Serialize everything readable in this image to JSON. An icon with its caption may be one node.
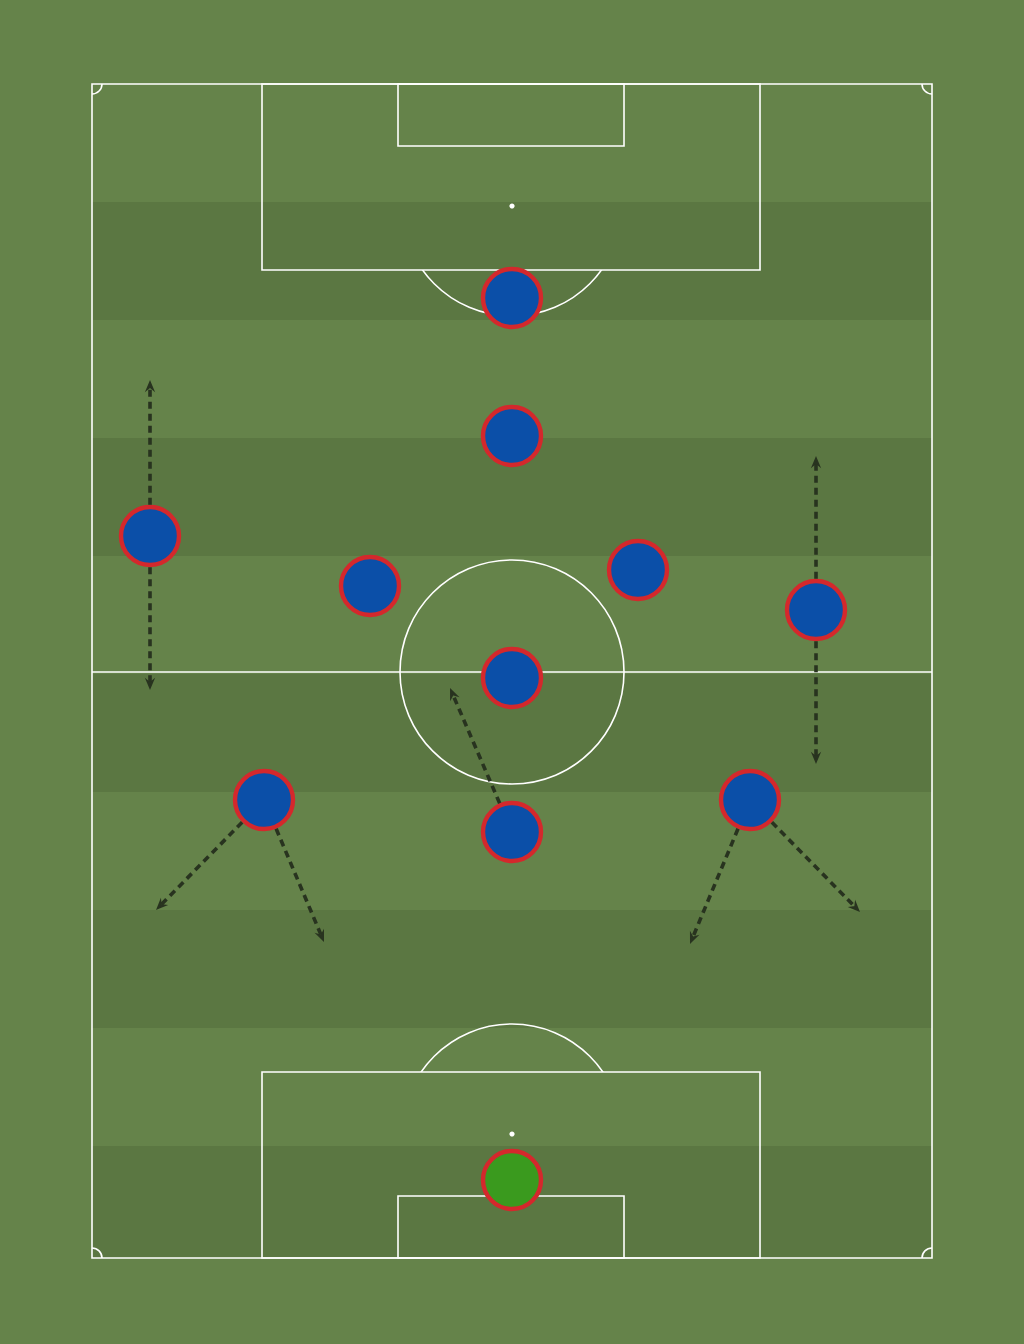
{
  "diagram": {
    "nodes": [
      {
        "text": [],
        "shape": "circle"
      },
      {
        "text": [],
        "shape": "circle"
      },
      {
        "text": [],
        "shape": "circle"
      },
      {
        "text": [],
        "shape": "circle"
      },
      {
        "text": [],
        "shape": "circle"
      },
      {
        "text": [],
        "shape": "circle"
      },
      {
        "text": [],
        "shape": "circle"
      },
      {
        "text": [],
        "shape": "circle"
      },
      {
        "text": [],
        "shape": "circle"
      },
      {
        "text": [],
        "shape": "circle"
      },
      {
        "text": [],
        "shape": "circle"
      }
    ],
    "edges": [
      {
        "from": 2,
        "to": null,
        "arrow": "to",
        "style": "dashed"
      },
      {
        "from": 2,
        "to": null,
        "arrow": "to",
        "style": "dashed"
      },
      {
        "from": 5,
        "to": null,
        "arrow": "to",
        "style": "dashed"
      },
      {
        "from": 5,
        "to": null,
        "arrow": "to",
        "style": "dashed"
      },
      {
        "from": 9,
        "to": null,
        "arrow": "to",
        "style": "dashed"
      },
      {
        "from": 7,
        "to": null,
        "arrow": "to",
        "style": "dashed"
      },
      {
        "from": 7,
        "to": null,
        "arrow": "to",
        "style": "dashed"
      },
      {
        "from": 8,
        "to": null,
        "arrow": "to",
        "style": "dashed"
      },
      {
        "from": 8,
        "to": null,
        "arrow": "to",
        "style": "dashed"
      }
    ]
  }
}
